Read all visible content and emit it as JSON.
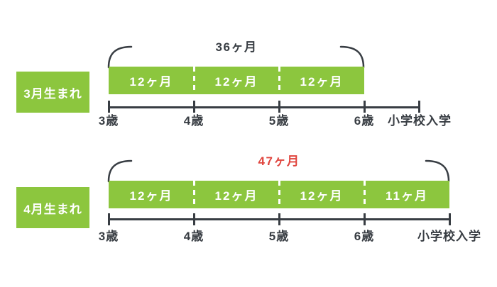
{
  "colors": {
    "bar_green": "#8cc63e",
    "axis_dark": "#383d43",
    "highlight_red": "#e0453e",
    "bar_text_white": "#ffffff",
    "background": "#ffffff"
  },
  "charts": [
    {
      "row_label": "3月生まれ",
      "duration_label": "36ヶ月",
      "segments": [
        "12ヶ月",
        "12ヶ月",
        "12ヶ月"
      ],
      "ticks": [
        "3歳",
        "4歳",
        "5歳",
        "6歳",
        "小学校入学"
      ]
    },
    {
      "row_label": "4月生まれ",
      "duration_label": "47ヶ月",
      "segments": [
        "12ヶ月",
        "12ヶ月",
        "12ヶ月",
        "11ヶ月"
      ],
      "ticks": [
        "3歳",
        "4歳",
        "5歳",
        "6歳",
        "小学校入学"
      ]
    }
  ]
}
